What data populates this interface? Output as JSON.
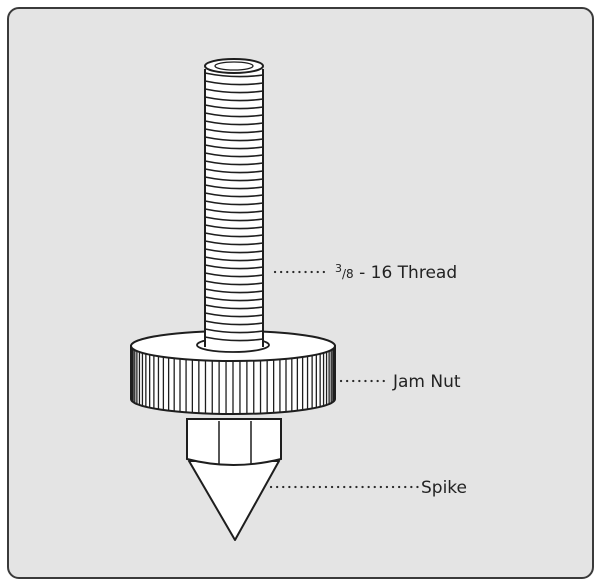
{
  "callouts": {
    "thread": {
      "sup": "3",
      "sub": "/8",
      "rest": " - 16 Thread"
    },
    "jam_nut": "Jam Nut",
    "spike": "Spike"
  },
  "colors": {
    "background": "#e4e4e4",
    "frame_border": "#3a3a3a",
    "part_fill": "#ffffff",
    "line": "#1e1e1e"
  }
}
